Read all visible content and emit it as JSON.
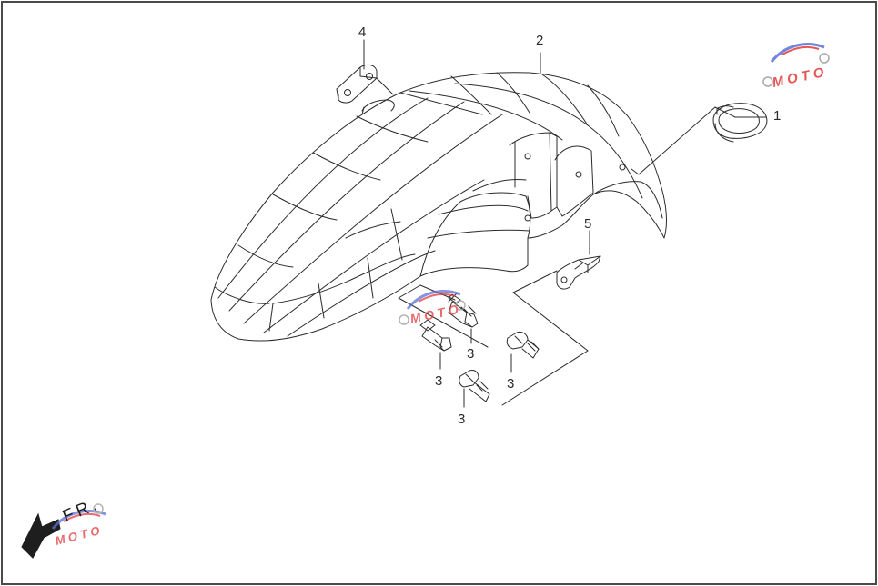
{
  "callouts": {
    "part_1": "1",
    "part_2": "2",
    "part_3": "3",
    "part_4": "4",
    "part_5": "5"
  },
  "direction_label": "FR.",
  "watermark": {
    "text": "MOTO",
    "colors": {
      "blue": "#5b6fd6",
      "red": "#e03a3a",
      "gray": "#9a9a9a"
    }
  },
  "colors": {
    "line": "#2b2b2b",
    "frame": "#4a4a4a",
    "background": "#ffffff"
  }
}
